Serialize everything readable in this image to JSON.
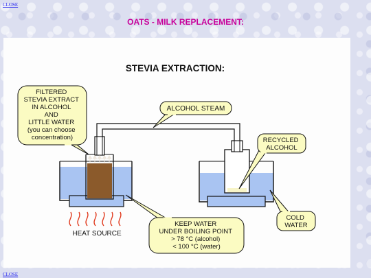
{
  "nav": {
    "close_top": "CLOSE",
    "close_bottom": "CLOSE"
  },
  "page_title": "OATS - MILK REPLACEMENT:",
  "diagram": {
    "title": "STEVIA EXTRACTION:",
    "callouts": {
      "filtered_extract": [
        "FILTERED",
        "STEVIA EXTRACT",
        "IN ALCOHOL",
        "AND",
        "LITTLE WATER",
        "(you can choose",
        "concentration)"
      ],
      "alcohol_steam": "ALCOHOL STEAM",
      "recycled_alcohol": [
        "RECYCLED",
        "ALCOHOL"
      ],
      "keep_water": [
        "KEEP WATER",
        "UNDER BOILING POINT",
        "> 78 °C (alcohol)",
        "< 100 °C (water)"
      ],
      "cold_water": [
        "COLD",
        "WATER"
      ]
    },
    "heat_source_label": "HEAT SOURCE",
    "colors": {
      "callout_fill": "#fbfbc2",
      "water": "#a9c4f2",
      "extract": "#8b5a2b",
      "flame": "#e03a1e",
      "recycled_alcohol": "#f8f5c8"
    }
  }
}
